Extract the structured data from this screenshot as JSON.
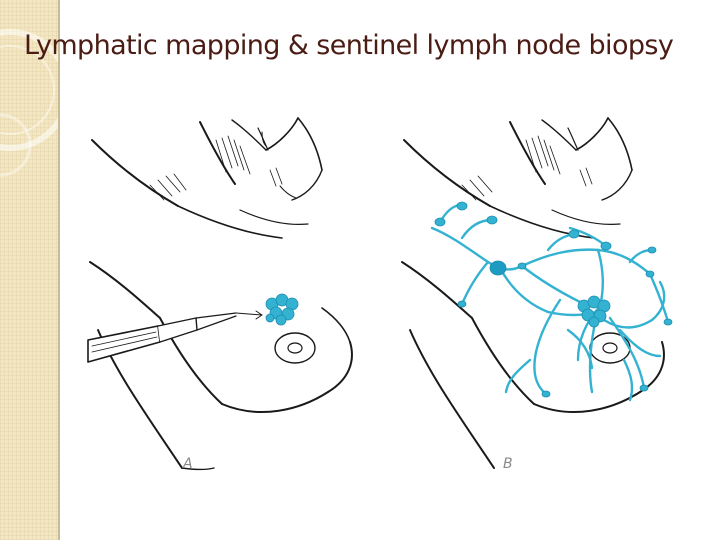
{
  "slide": {
    "title": "Lymphatic mapping & sentinel lymph node biopsy"
  },
  "figure": {
    "panels": [
      {
        "label": "A"
      },
      {
        "label": "B"
      }
    ]
  },
  "colors": {
    "title": "#4a1c14",
    "lymphatics": "#33b2d2",
    "sidebar": "#f3e7c3",
    "line_art": "#1a1a1a"
  }
}
